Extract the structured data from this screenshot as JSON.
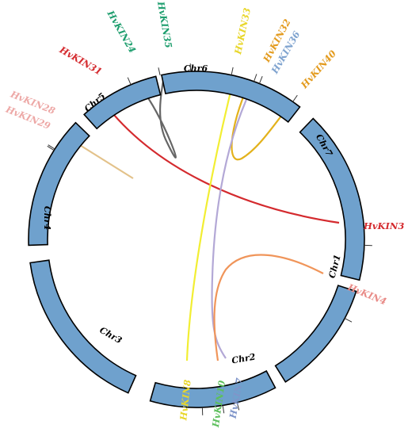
{
  "chromosomes": [
    {
      "id": "chr6",
      "label": "Chr6"
    },
    {
      "id": "chr7",
      "label": "Chr7"
    },
    {
      "id": "chr1",
      "label": "Chr1"
    },
    {
      "id": "chr2",
      "label": "Chr2"
    },
    {
      "id": "chr3",
      "label": "Chr3"
    },
    {
      "id": "chr4",
      "label": "Chr4"
    },
    {
      "id": "chr5",
      "label": "Chr5"
    }
  ],
  "genes": [
    {
      "id": "hvkin31",
      "label": "HvKIN31",
      "color": "#d42a2e"
    },
    {
      "id": "hvkin24",
      "label": "HvKIN24",
      "color": "#1e9e6e"
    },
    {
      "id": "hvkin35",
      "label": "HvKIN35",
      "color": "#1e9e6e"
    },
    {
      "id": "hvkin33",
      "label": "HvKIN33",
      "color": "#e8d62a"
    },
    {
      "id": "hvkin32",
      "label": "HvKIN32",
      "color": "#e39a1c"
    },
    {
      "id": "hvkin36",
      "label": "HvKIN36",
      "color": "#7fa3cf"
    },
    {
      "id": "hvkin40",
      "label": "HvKIN40",
      "color": "#e39a1c"
    },
    {
      "id": "hvkin28",
      "label": "HvKIN28",
      "color": "#eda8a6"
    },
    {
      "id": "hvkin29",
      "label": "HvKIN29",
      "color": "#eda8a6"
    },
    {
      "id": "hvkin3",
      "label": "HvKIN3",
      "color": "#d42a2e"
    },
    {
      "id": "hvkin4",
      "label": "HvKIN4",
      "color": "#e88a86"
    },
    {
      "id": "hvkin8",
      "label": "HvKIN8",
      "color": "#e8d62a"
    },
    {
      "id": "hvkin10",
      "label": "HvKIN10",
      "color": "#5dbf5d"
    },
    {
      "id": "hvkin7",
      "label": "HvKIN7",
      "color": "#7f95c9"
    }
  ],
  "links": [
    {
      "id": "hvkin31-hvkin3",
      "color": "#d42a2e"
    },
    {
      "id": "hvkin24-hvkin35",
      "color": "#666666"
    },
    {
      "id": "hvkin33-hvkin8",
      "color": "#f2ee33"
    },
    {
      "id": "hvkin32-hvkin40",
      "color": "#e3b21c"
    },
    {
      "id": "hvkin36-hvkin7",
      "color": "#b3a8d6"
    },
    {
      "id": "hvkin4-hvkin10",
      "color": "#f0955a"
    },
    {
      "id": "hvkin28-hvkin29",
      "color": "#e3c28a"
    }
  ]
}
